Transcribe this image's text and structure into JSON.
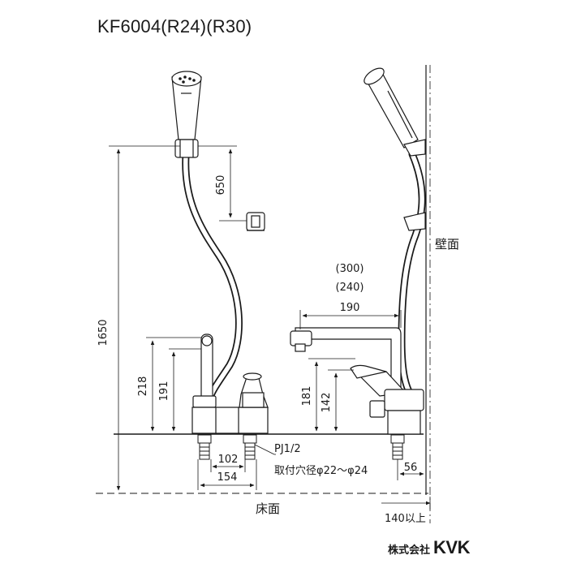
{
  "title": "KF6004(R24)(R30)",
  "labels": {
    "wall": "壁面",
    "floor": "床面",
    "thread": "PJ1/2",
    "mount_hole": "取付穴径φ22～φ24"
  },
  "dimensions": {
    "d1650": "1650",
    "d650": "650",
    "d218": "218",
    "d191": "191",
    "d181": "181",
    "d142": "142",
    "d102": "102",
    "d154": "154",
    "d190": "190",
    "d300": "(300)",
    "d240": "(240)",
    "d56": "56",
    "d140": "140以上"
  },
  "brand": {
    "company": "株式会社",
    "mark": "KVK"
  }
}
